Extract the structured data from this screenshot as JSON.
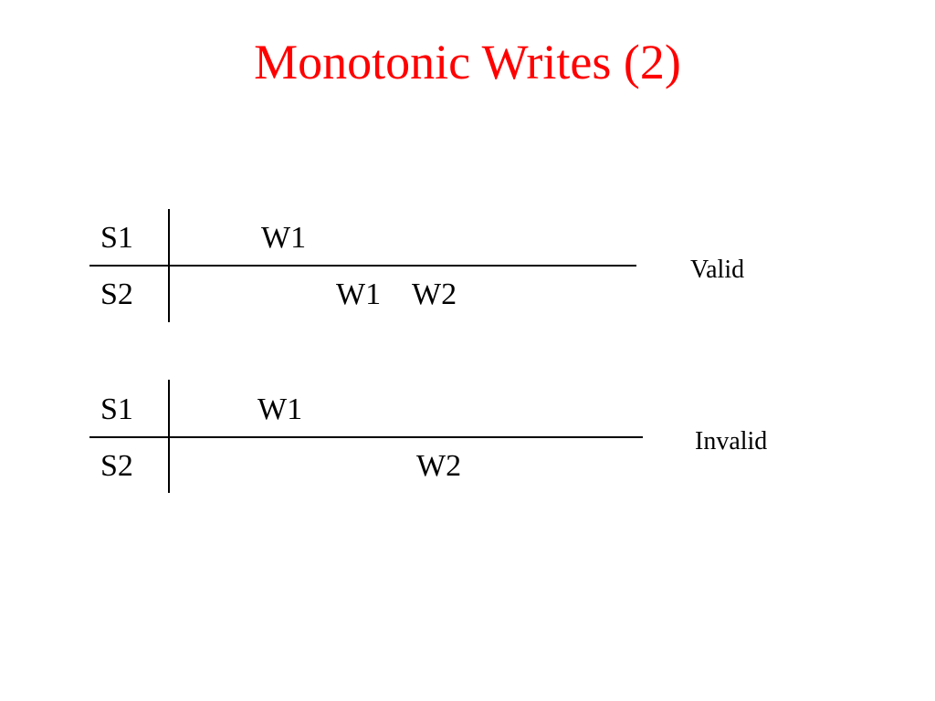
{
  "title": "Monotonic Writes (2)",
  "colors": {
    "title": "#ff0000",
    "text": "#000000",
    "background": "#ffffff"
  },
  "diagrams": [
    {
      "rows": [
        {
          "label": "S1",
          "ops": [
            "W1"
          ]
        },
        {
          "label": "S2",
          "ops": [
            "W1",
            "W2"
          ]
        }
      ],
      "verdict": "Valid"
    },
    {
      "rows": [
        {
          "label": "S1",
          "ops": [
            "W1"
          ]
        },
        {
          "label": "S2",
          "ops": [
            "W2"
          ]
        }
      ],
      "verdict": "Invalid"
    }
  ]
}
